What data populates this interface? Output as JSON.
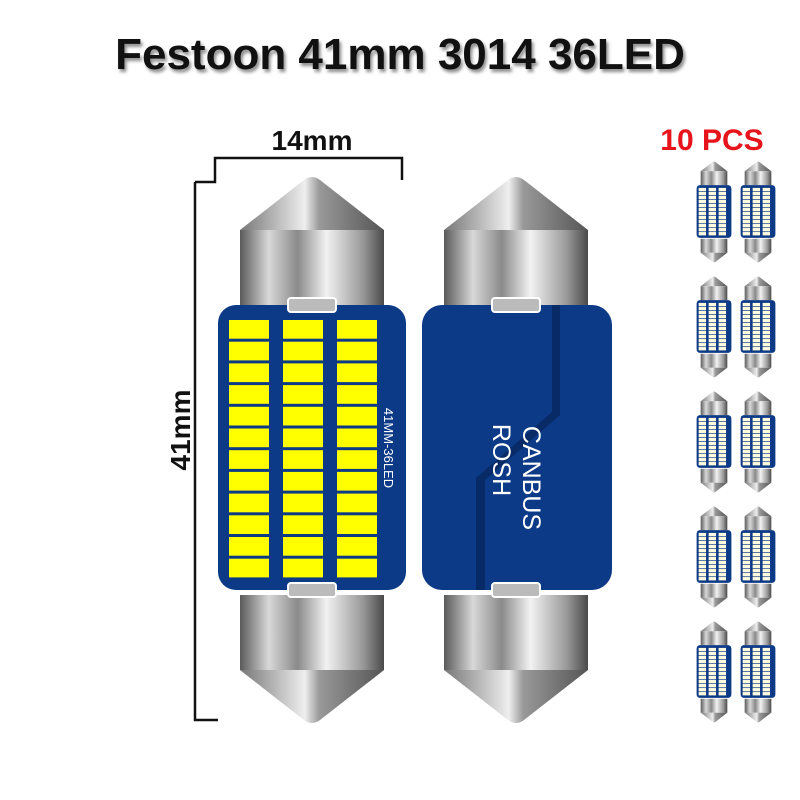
{
  "title": "Festoon 41mm 3014 36LED",
  "dimensions": {
    "width_label": "14mm",
    "length_label": "41mm"
  },
  "quantity_label": "10 PCS",
  "front_board_label": "41MM-36LED",
  "back_board_label": [
    "CANBUS",
    "ROSH"
  ],
  "led_grid": {
    "columns": 3,
    "rows": 12
  },
  "thumbnail_grid": {
    "columns": 2,
    "rows": 5
  },
  "colors": {
    "board": "#0d3a86",
    "led": "#ffff00",
    "quantity": "#e8141b",
    "title": "#111111"
  }
}
